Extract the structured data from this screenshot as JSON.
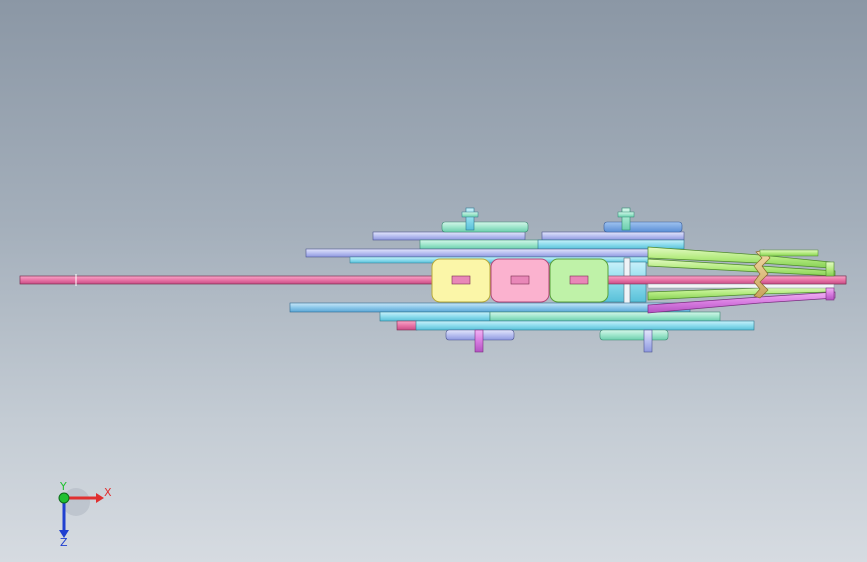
{
  "viewport": {
    "background_top": "#8b97a5",
    "background_bottom": "#d6dbe1"
  },
  "triad": {
    "x_label": "X",
    "y_label": "Y",
    "z_label": "Z",
    "x_color": "#e03030",
    "y_color": "#20c030",
    "z_color": "#2040d0"
  },
  "model": {
    "name_icon": "mechanical-assembly-drawing"
  }
}
